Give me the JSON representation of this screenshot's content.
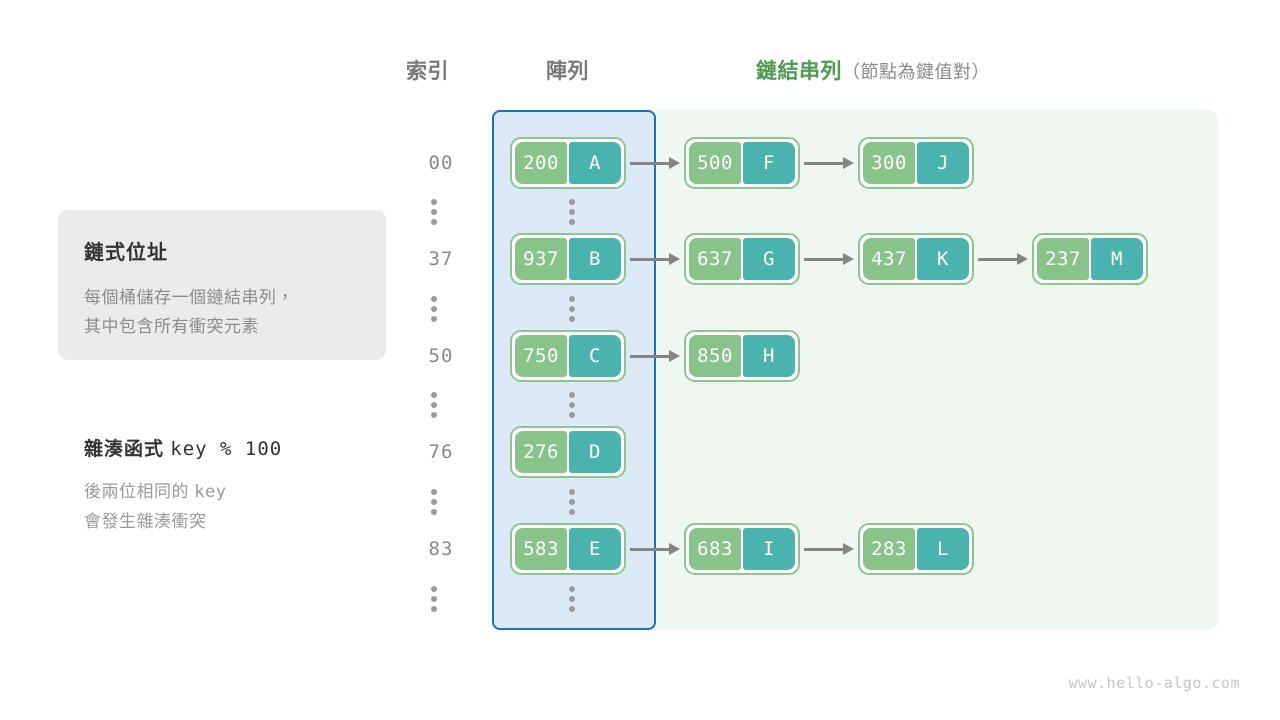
{
  "headers": {
    "index": "索引",
    "array": "陣列",
    "list_main": "鏈結串列",
    "list_sub": "（節點為鍵值對）"
  },
  "info_card": {
    "title": "鏈式位址",
    "line1": "每個桶儲存一個鏈結串列，",
    "line2": "其中包含所有衝突元素"
  },
  "hash": {
    "label": "雜湊函式",
    "expression": "key % 100",
    "note1": "後兩位相同的",
    "note_code": "key",
    "note2": "會發生雜湊衝突"
  },
  "footer": "www.hello-algo.com",
  "colors": {
    "key_cell": "#88c38a",
    "value_cell": "#4bb3ae",
    "node_border": "#8cc68e",
    "array_panel": "#dce9f6",
    "array_border": "#1b72bd",
    "list_panel": "#f0f6f0",
    "list_title": "#4e9a51",
    "arrow": "#858585",
    "index_text": "#8a8a8a",
    "card_bg": "#ebebeb"
  },
  "ellipsis_glyph": "⋮",
  "rows": [
    {
      "index": "00",
      "bucket": {
        "key": "200",
        "value": "A"
      },
      "chain": [
        {
          "key": "500",
          "value": "F"
        },
        {
          "key": "300",
          "value": "J"
        }
      ]
    },
    {
      "index": "37",
      "bucket": {
        "key": "937",
        "value": "B"
      },
      "chain": [
        {
          "key": "637",
          "value": "G"
        },
        {
          "key": "437",
          "value": "K"
        },
        {
          "key": "237",
          "value": "M"
        }
      ]
    },
    {
      "index": "50",
      "bucket": {
        "key": "750",
        "value": "C"
      },
      "chain": [
        {
          "key": "850",
          "value": "H"
        }
      ]
    },
    {
      "index": "76",
      "bucket": {
        "key": "276",
        "value": "D"
      },
      "chain": []
    },
    {
      "index": "83",
      "bucket": {
        "key": "583",
        "value": "E"
      },
      "chain": [
        {
          "key": "683",
          "value": "I"
        },
        {
          "key": "283",
          "value": "L"
        }
      ]
    }
  ]
}
